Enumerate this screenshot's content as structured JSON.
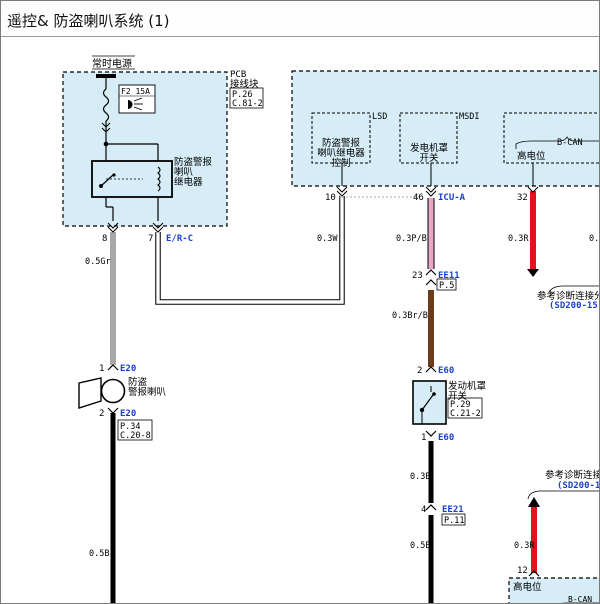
{
  "window": {
    "title": "遥控& 防盗喇叭系统 (1)"
  },
  "colors": {
    "module_fill": "#d6edf7",
    "connector_blue": "#1a3fd0",
    "wire_gray": "#a8a8a8",
    "wire_pink": "#e9a6c8",
    "wire_brown": "#6a3b1c",
    "wire_red": "#e0141c",
    "wire_black": "#000000"
  },
  "pcb_block": {
    "power_label": "常时电源",
    "name_line1": "PCB",
    "name_line2": "接线块",
    "ref_line1": "P.26",
    "ref_line2": "C.81-2",
    "fuse_label": "F2 15A",
    "relay_line1": "防盗警报",
    "relay_line2": "喇叭",
    "relay_line3": "继电器",
    "pin_left": "8",
    "pin_right": "7",
    "connector": "E/R-C"
  },
  "msdi_module": {
    "lsd_label": "LSD",
    "msdi_label": "MSDI",
    "bcan_label": "B-CAN",
    "box1_line1": "防盗警报",
    "box1_line2": "喇叭继电器",
    "box1_line3": "控制",
    "box2_line1": "发电机罩",
    "box2_line2": "开关",
    "box3_label": "高电位",
    "pin_10": "10",
    "pin_46": "46",
    "pin_32": "32",
    "connector": "ICU-A"
  },
  "wires": {
    "gray": "0.5Gr",
    "white": "0.3W",
    "pink": "0.3P/B",
    "brown": "0.3Br/B",
    "red_top": "0.3R",
    "edge_top": "0.",
    "black_mid": "0.3B",
    "black_left": "0.5B",
    "black_right": "0.5B",
    "red_bottom": "0.3R"
  },
  "horn": {
    "pin_top": "1",
    "conn_top": "E20",
    "label_line1": "防盗",
    "label_line2": "警报喇叭",
    "pin_bottom": "2",
    "conn_bottom": "E20",
    "ref_line1": "P.34",
    "ref_line2": "C.20-8"
  },
  "ee11": {
    "pin": "23",
    "connector": "EE11",
    "ref": "P.5"
  },
  "hood_switch": {
    "pin_top": "2",
    "conn_top": "E60",
    "label_line1": "发动机罩",
    "label_line2": "开关",
    "ref_line1": "P.29",
    "ref_line2": "C.21-2",
    "pin_bottom": "1",
    "conn_bottom": "E60"
  },
  "ee21": {
    "pin": "4",
    "connector": "EE21",
    "ref": "P.11"
  },
  "diag_top": {
    "line1": "参考诊断连接分",
    "line2": "(SD200-15)"
  },
  "diag_bottom": {
    "line1": "参考诊断连接",
    "line2": "(SD200-1"
  },
  "bottom_module": {
    "pin": "12",
    "label": "高电位",
    "bcan": "B-CAN"
  }
}
